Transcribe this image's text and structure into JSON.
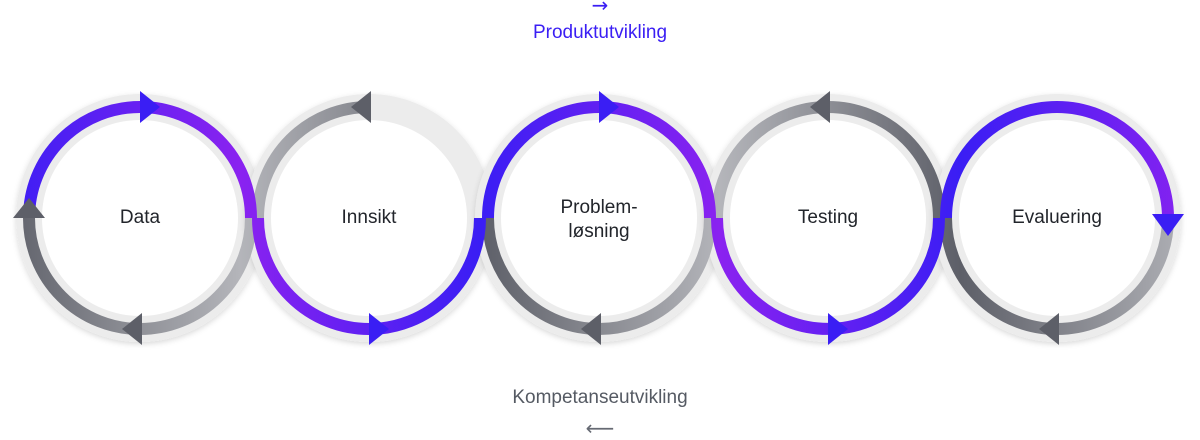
{
  "top_flow": {
    "arrow": "→",
    "label": "Produktutvikling"
  },
  "bottom_flow": {
    "arrow": "⟵",
    "label": "Kompetanseutvikling"
  },
  "stages": [
    {
      "label": "Data"
    },
    {
      "label": "Innsikt"
    },
    {
      "label": "Problem-\nløsning"
    },
    {
      "label": "Testing"
    },
    {
      "label": "Evaluering"
    }
  ],
  "colors": {
    "primary_flow": "#3a1ef4",
    "primary_flow_accent": "#8a22f0",
    "secondary_flow": "#5d5f68",
    "ring": "#ececec"
  }
}
